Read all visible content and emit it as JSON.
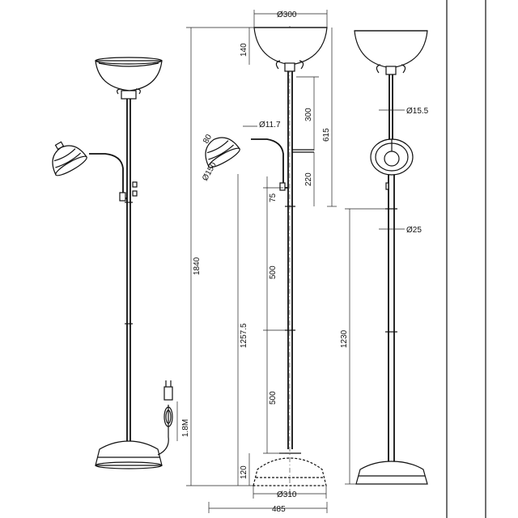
{
  "dimensions": {
    "top_diameter": "Ø300",
    "top_bowl_height": "140",
    "stem_diameter_small": "Ø11.7",
    "reading_shade_depth": "80",
    "reading_shade_diameter": "Ø150",
    "upper_segment": "300",
    "overall_upper": "615",
    "arm_segment": "220",
    "arm_offset": "75",
    "total_height": "1840",
    "reading_height": "1257.5",
    "middle_segment": "500",
    "lower_segment": "500",
    "side_height": "1230",
    "base_height": "120",
    "base_diameter": "Ø310",
    "total_width": "485",
    "cable_length": "1.8M",
    "side_stem_upper": "Ø15.5",
    "side_stem_lower": "Ø25"
  }
}
